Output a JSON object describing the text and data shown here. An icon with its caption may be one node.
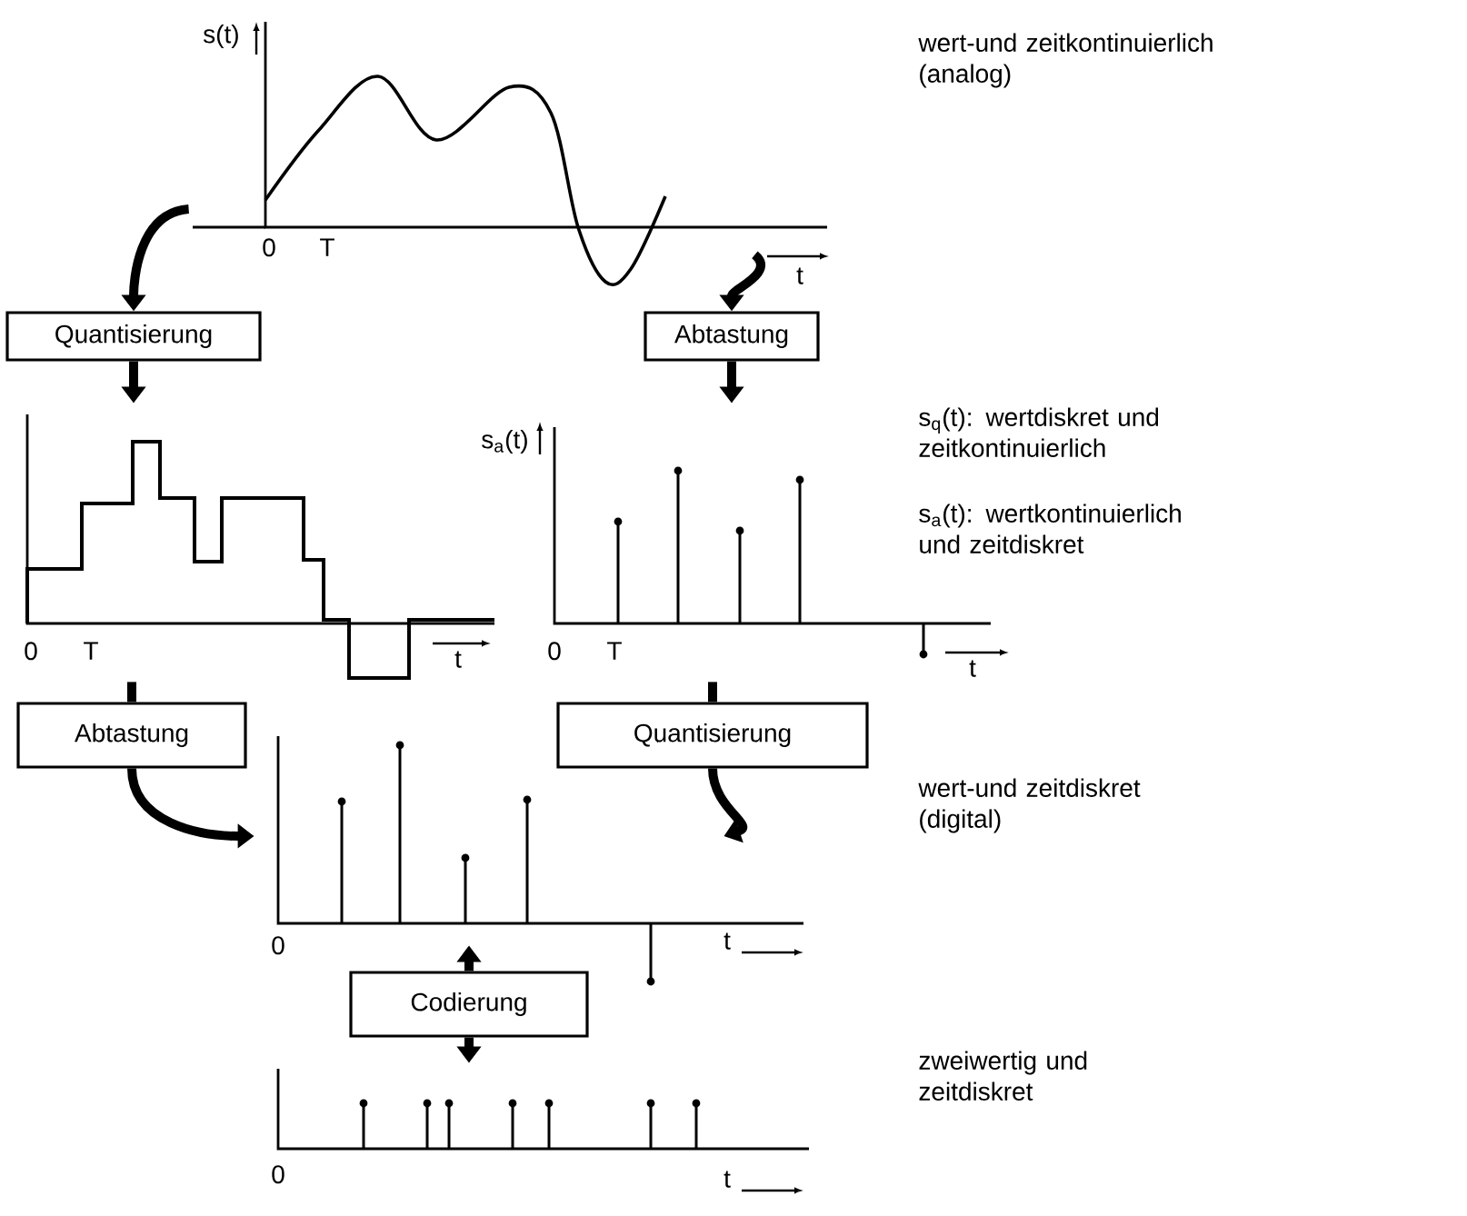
{
  "diagram": {
    "nodes": [
      {
        "text": [
          "s(t)",
          "0",
          "T",
          "t"
        ]
      },
      {
        "text": [
          "Quantisierung"
        ]
      },
      {
        "text": [
          "Abtastung"
        ]
      },
      {
        "text": [
          "0",
          "T",
          "t"
        ]
      },
      {
        "text": [
          "s$_{a}$(t)",
          "0",
          "T",
          "t"
        ]
      },
      {
        "text": [
          "Abtastung"
        ]
      },
      {
        "text": [
          "Quantisierung"
        ]
      },
      {
        "text": [
          "0",
          "t"
        ]
      },
      {
        "text": [
          "Codierung"
        ]
      },
      {
        "text": [
          "0",
          "t"
        ]
      }
    ],
    "edges": [
      {
        "from": 0,
        "to": 1,
        "arrow": "to"
      },
      {
        "from": 1,
        "to": 3,
        "arrow": "to"
      },
      {
        "from": 0,
        "to": 2,
        "arrow": "to"
      },
      {
        "from": 2,
        "to": 4,
        "arrow": "to"
      },
      {
        "from": 3,
        "to": 5,
        "arrow": "none"
      },
      {
        "from": 5,
        "to": 7,
        "arrow": "to"
      },
      {
        "from": 4,
        "to": 6,
        "arrow": "none"
      },
      {
        "from": 6,
        "to": 7,
        "arrow": "to"
      },
      {
        "from": 8,
        "to": 7,
        "arrow": "to"
      },
      {
        "from": 8,
        "to": 9,
        "arrow": "to"
      }
    ],
    "labels": [
      "wert-und zeitkontinuierlich (analog)",
      "s$_{q}$(t): wertdiskret und zeitkontinuierlich",
      "s$_{a}$(t): wertkontinuierlich und zeitdiskret",
      "wert-und zeitdiskret (digital)",
      "zweiwertig und zeitdiskret"
    ]
  }
}
